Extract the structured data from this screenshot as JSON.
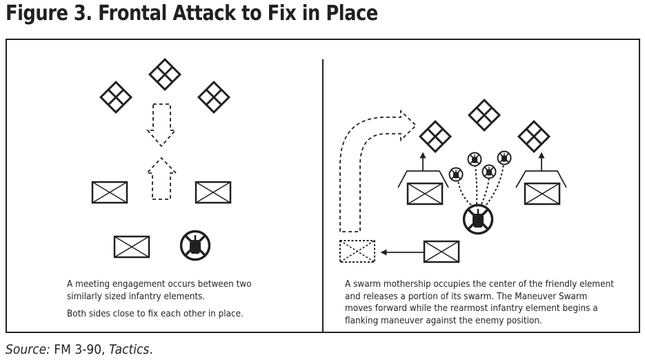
{
  "figure": {
    "title": "Figure 3. Frontal Attack to Fix in Place",
    "left_panel": {
      "caption_lines": [
        "A meeting engagement occurs between two",
        "similarly sized infantry elements."
      ],
      "caption_2": "Both sides close to fix each other in place.",
      "symbols": {
        "enemy_units": 3,
        "friendly_infantry": 3,
        "mothership": 1
      }
    },
    "right_panel": {
      "caption_lines": [
        "A swarm mothership occupies the center of the friendly element",
        "and releases a portion of its swarm. The Maneuver Swarm",
        "moves forward while the rearmost infantry element begins a",
        "flanking maneuver against the enemy position."
      ],
      "symbols": {
        "enemy_units": 3,
        "friendly_infantry": 3,
        "mothership": 1,
        "drones": 4
      }
    },
    "source": {
      "prefix": "Source:",
      "ref": " FM 3-90, ",
      "title": "Tactics",
      "suffix": "."
    }
  },
  "colors": {
    "ink": "#231f20",
    "background": "#ffffff"
  }
}
